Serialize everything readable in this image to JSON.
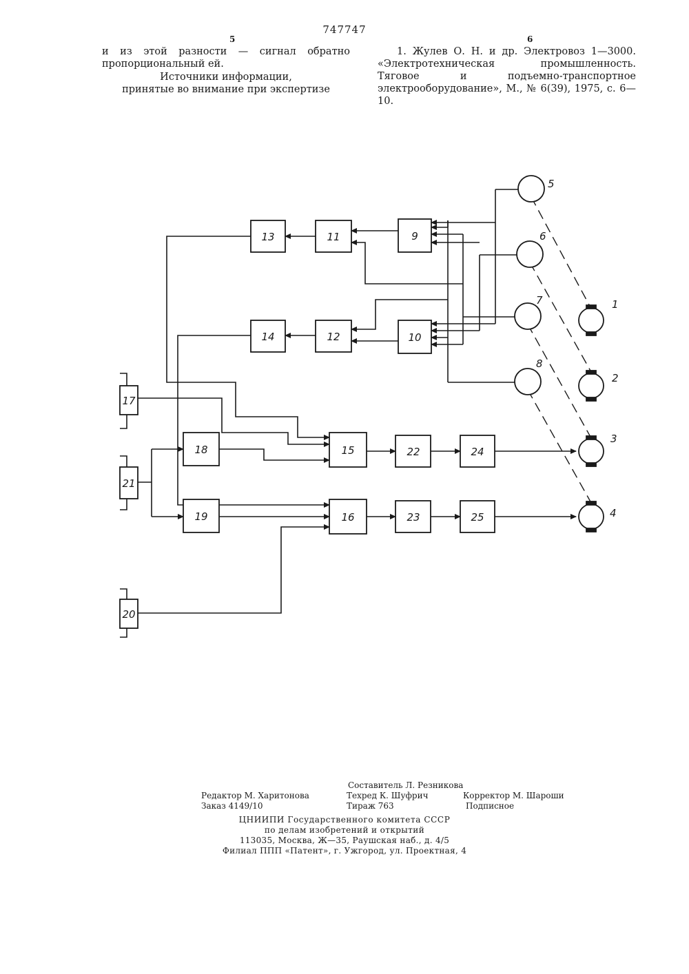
{
  "header": {
    "patent_number": "747747",
    "col_left": "5",
    "col_right": "6"
  },
  "left_text": "и из этой разности — сигнал обратно пропорциональный ей.",
  "sources": {
    "title_line1": "Источники информации,",
    "title_line2": "принятые во внимание при экспертизе"
  },
  "reference": "1. Жулев О. Н. и др. Электровоз 1—3000. «Электротехническая промышленность. Тяговое и подъемно-транспортное электрооборудование», М., № 6(39), 1975, с. 6—10.",
  "diagram": {
    "blocks": [
      "9",
      "10",
      "11",
      "12",
      "13",
      "14",
      "15",
      "16",
      "17",
      "18",
      "19",
      "20",
      "21",
      "22",
      "23",
      "24",
      "25"
    ],
    "sensors": [
      "5",
      "6",
      "7",
      "8"
    ],
    "motors": [
      "1",
      "2",
      "3",
      "4"
    ]
  },
  "footer": {
    "compiler": "Составитель Л. Резникова",
    "editor": "Редактор М. Харитонова",
    "techred": "Техред К. Шуфрич",
    "corrector": "Корректор М. Шароши",
    "order": "Заказ 4149/10",
    "circulation": "Тираж 763",
    "subscription": "Подписное",
    "org1": "ЦНИИПИ Государственного комитета СССР",
    "org2": "по делам изобретений и открытий",
    "address": "113035, Москва, Ж—35, Раушская наб., д. 4/5",
    "branch": "Филиал ППП «Патент», г. Ужгород, ул. Проектная, 4"
  }
}
